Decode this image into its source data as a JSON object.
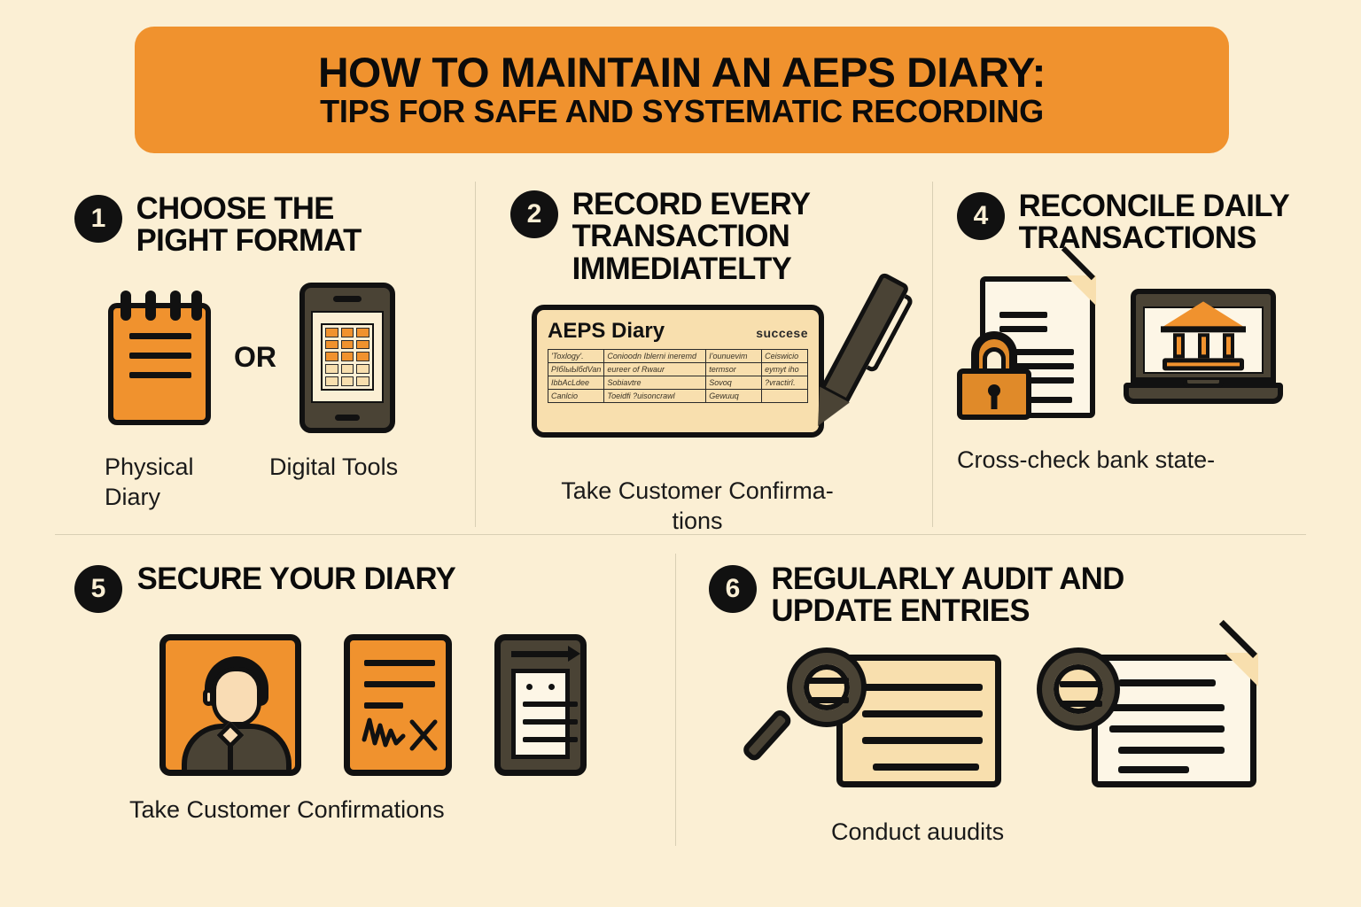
{
  "title": {
    "line1": "HOW TO MAINTAIN AN AEPS DIARY:",
    "line2": "TIPS FOR SAFE AND SYSTEMATIC RECORDING"
  },
  "steps": [
    {
      "number": "1",
      "title": "CHOOSE THE PIGHT FORMAT",
      "labels": {
        "left": "Physical Diary",
        "connector": "OR",
        "right": "Digital Tools"
      }
    },
    {
      "number": "2",
      "title": "RECORD EVERY TRANSACTION IMMEDIATELTY",
      "caption": "Take Customer Confirma-tions",
      "card": {
        "title": "AEPS Diary",
        "status": "succese",
        "rows": [
          [
            "'Toxlogy'.",
            "Conioodn Iblerni ineremd",
            "I'ounuevim",
            "Ceiswicio"
          ],
          [
            "PIбIыЫбdVan",
            "eureer of Rwaur",
            "termsor",
            "eymyt iho"
          ],
          [
            "IbbAcLdee",
            "Sobiavtre",
            "Sovoq",
            "?vractirî."
          ],
          [
            "Canlcio",
            "Toeidfi ?uisoncrawl",
            "Gewuuq",
            ""
          ]
        ]
      }
    },
    {
      "number": "4",
      "title": "RECONCILE DAILY TRANSACTIONS",
      "caption": "Cross-check bank state-"
    },
    {
      "number": "5",
      "title": "SECURE YOUR DIARY",
      "caption": "Take Customer Confirmations"
    },
    {
      "number": "6",
      "title": "REGULARLY AUDIT AND UPDATE ENTRIES",
      "caption": "Conduct auudits"
    }
  ],
  "colors": {
    "background": "#FBEFD4",
    "orange": "#F0922E",
    "orange_dark": "#E08A29",
    "ink": "#111111",
    "olive": "#4A4335",
    "tan": "#F8DFAE",
    "paper": "#FDF6E6"
  }
}
